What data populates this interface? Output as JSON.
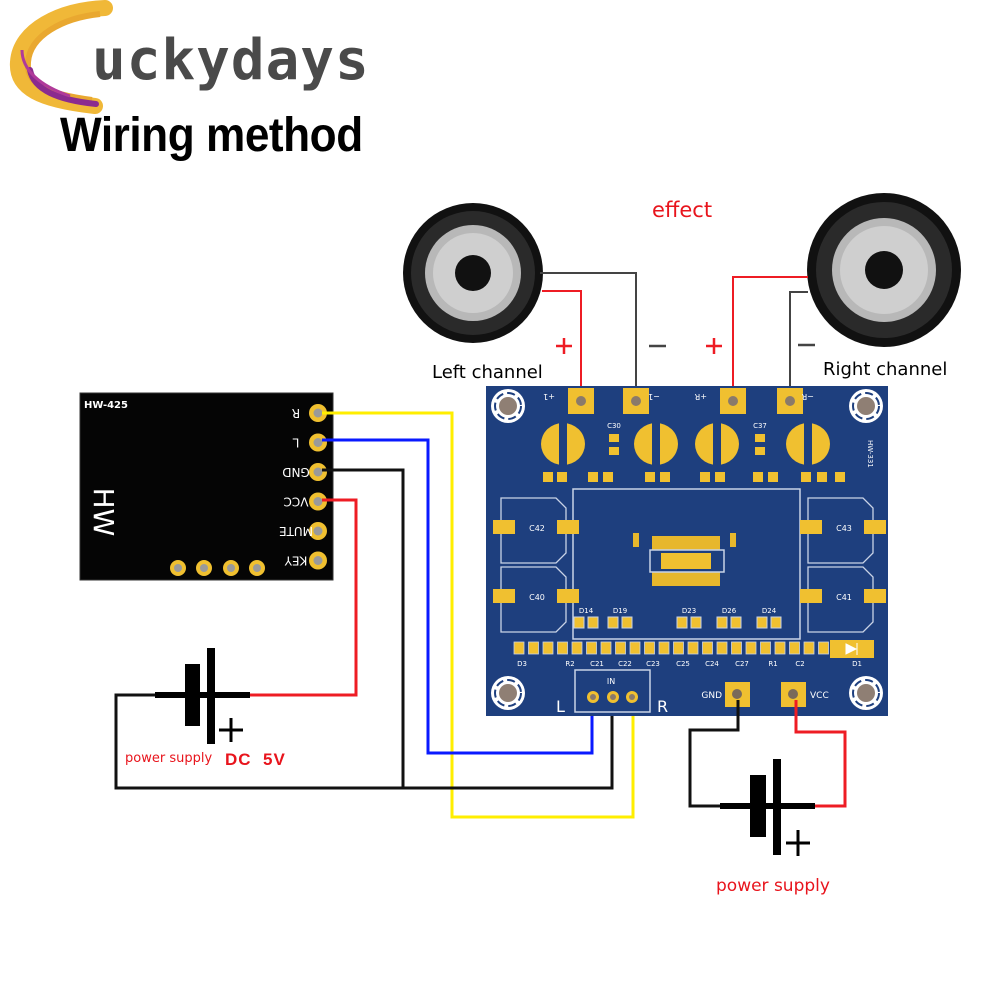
{
  "brand": {
    "logo_text": "uckydays",
    "logo_initial_icon": "brush-stroke-c-icon"
  },
  "title": "Wiring method",
  "effect_label": "effect",
  "speakers": [
    {
      "label": "Left channel",
      "plus": "+",
      "minus": "−"
    },
    {
      "label": "Right channel",
      "plus": "+",
      "minus": "−"
    }
  ],
  "bt_module": {
    "model": "HW-425",
    "vertical_text": "HW",
    "pins": [
      "R",
      "L",
      "GND",
      "VCC",
      "MUTE",
      "KEY"
    ]
  },
  "amp_board": {
    "model_side_text": "HW-331",
    "speaker_pads": [
      "+1",
      "−1",
      "+R",
      "−R"
    ],
    "caps_top": [
      "C30",
      "C37"
    ],
    "caps_big": [
      "C42",
      "C40",
      "C43",
      "C41"
    ],
    "diodes_row": [
      "D14",
      "D19",
      "D23",
      "D26",
      "D24"
    ],
    "bottom_row": [
      "D3",
      "R2",
      "C21",
      "C22",
      "C23",
      "C25",
      "C24",
      "C27",
      "R1",
      "C2",
      "D1"
    ],
    "input_header": {
      "title": "IN",
      "left": "L",
      "right": "R"
    },
    "power_pads": {
      "gnd": "GND",
      "vcc": "VCC"
    }
  },
  "power_supply_1": {
    "label": "power supply",
    "voltage": "DC  5V",
    "plus": "+"
  },
  "power_supply_2": {
    "label": "power supply",
    "plus": "+"
  },
  "colors": {
    "wire_red": "#ee1c24",
    "wire_black": "#111111",
    "wire_blue": "#0a1aff",
    "wire_yellow": "#ffee00",
    "pcb_blue": "#1e3f7e",
    "pad_gold": "#f0c030",
    "label_red": "#e8141c"
  }
}
